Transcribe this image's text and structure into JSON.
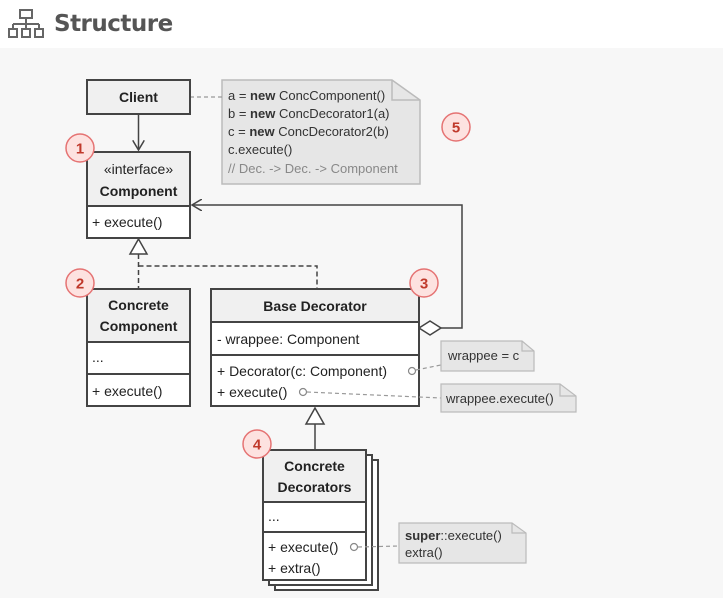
{
  "header": {
    "title": "Structure",
    "icon": "hierarchy-icon"
  },
  "client": {
    "name": "Client"
  },
  "component": {
    "stereotype": "«interface»",
    "name": "Component",
    "method": "+ execute()"
  },
  "concrete_component": {
    "name_line1": "Concrete",
    "name_line2": "Component",
    "fields": "...",
    "method": "+ execute()"
  },
  "base_decorator": {
    "name": "Base Decorator",
    "field": "- wrappee: Component",
    "ctor": "+ Decorator(c: Component)",
    "method": "+ execute()"
  },
  "concrete_decorators": {
    "name_line1": "Concrete",
    "name_line2": "Decorators",
    "fields": "...",
    "method1": "+ execute()",
    "method2": "+ extra()"
  },
  "client_note": {
    "line1_pre": "a = ",
    "line1_kw": "new",
    "line1_post": " ConcComponent()",
    "line2_pre": "b = ",
    "line2_kw": "new",
    "line2_post": " ConcDecorator1(a)",
    "line3_pre": "c = ",
    "line3_kw": "new",
    "line3_post": " ConcDecorator2(b)",
    "line4": "c.execute()",
    "line5": "// Dec. -> Dec. -> Component"
  },
  "ctor_note": {
    "text": "wrappee = c"
  },
  "execute_note": {
    "text": "wrappee.execute()"
  },
  "extra_note": {
    "kw": "super",
    "rest": "::execute()",
    "line2": "extra()"
  },
  "badges": [
    "1",
    "2",
    "3",
    "4",
    "5"
  ],
  "colors": {
    "box_border": "#444444",
    "box_fill": "#ffffff",
    "header_fill": "#f0f0f0",
    "note_fill": "#e6e6e6",
    "note_border": "#bbbbbb",
    "badge_fill": "#fde2e0",
    "badge_border": "#e57373",
    "badge_text": "#c0392b"
  }
}
